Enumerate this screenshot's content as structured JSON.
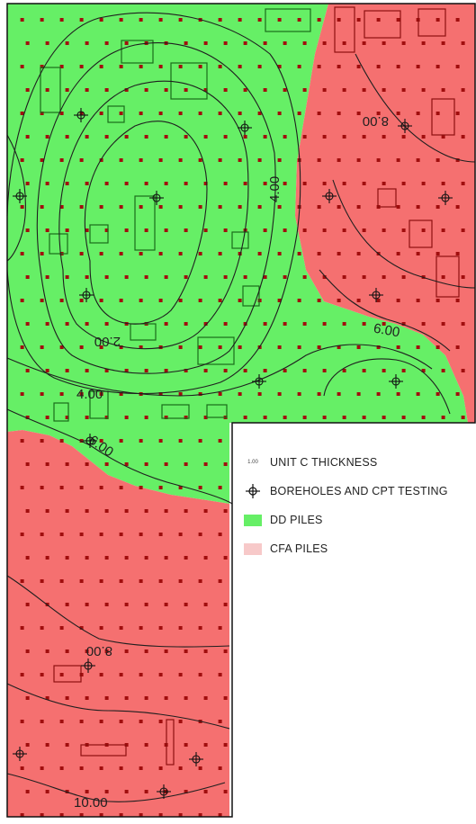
{
  "colors": {
    "dd_green": "#66ef66",
    "cfa_red": "#f57070",
    "cfa_swatch": "#f7c9c9",
    "line": "#1f1f1f",
    "pile": "#a10e0e"
  },
  "contours": {
    "c200": "2.00",
    "c400a": "4.00",
    "c400b": "4.00",
    "c600a": "6.00",
    "c600b": "6.00",
    "c800a": "8.00",
    "c800b": "8.00",
    "c1000": "10.00"
  },
  "legend": {
    "thickness_key": "1.00",
    "thickness_label": "UNIT C  THICKNESS",
    "borehole_label": "BOREHOLES AND CPT TESTING",
    "dd_label": "DD PILES",
    "cfa_label": "CFA PILES"
  },
  "icons": {
    "borehole": "borehole-crosshair-icon"
  }
}
